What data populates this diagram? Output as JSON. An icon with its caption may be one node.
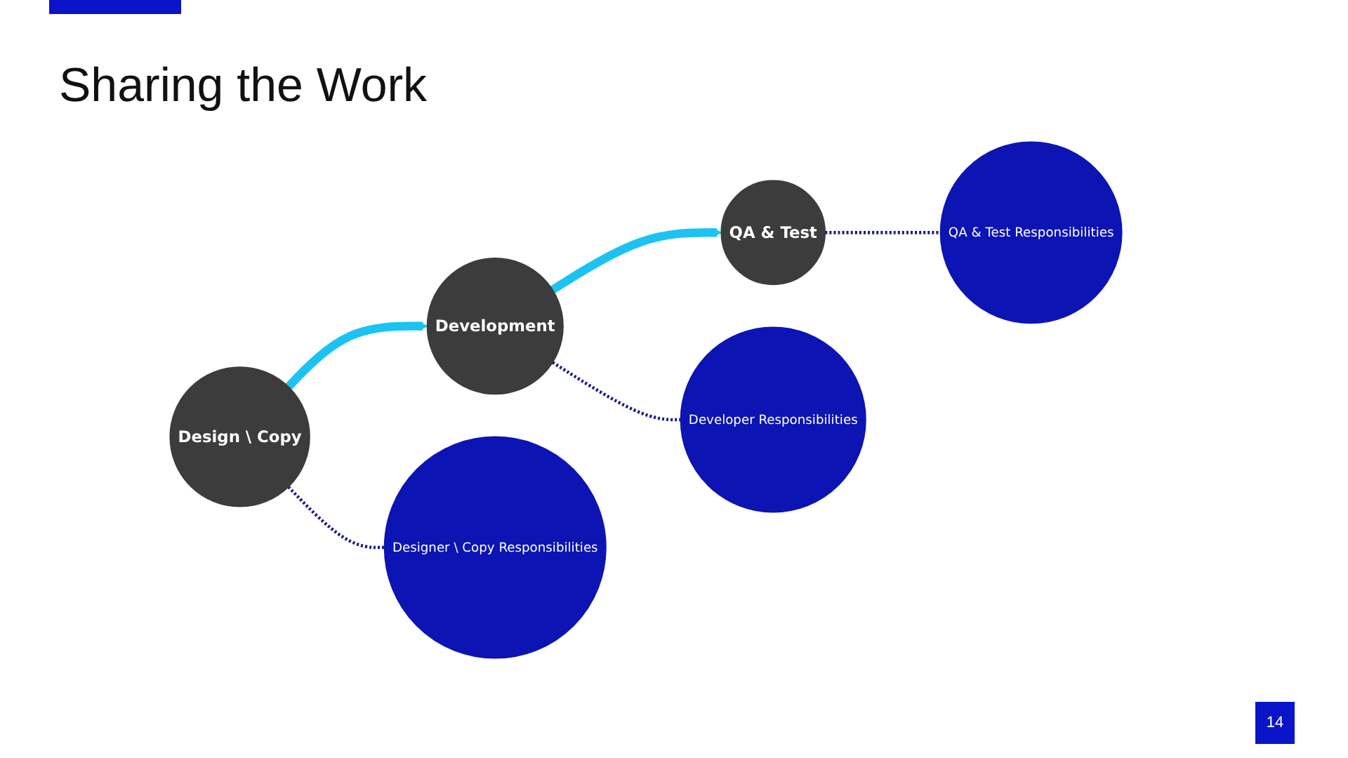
{
  "diagram": {
    "title": "Sharing the Work",
    "nodes": [
      {
        "text": [
          "Design \\ Copy"
        ]
      },
      {
        "text": [
          "Development"
        ]
      },
      {
        "text": [
          "QA & Test"
        ]
      },
      {
        "text": [
          "Designer \\ Copy Responsibilities"
        ]
      },
      {
        "text": [
          "Developer Responsibilities"
        ]
      },
      {
        "text": [
          "QA & Test Responsibilities"
        ]
      }
    ],
    "edges": [
      {
        "from": 0,
        "to": 1,
        "arrow": "to",
        "style": "thick",
        "color": "#1cc3f2"
      },
      {
        "from": 1,
        "to": 2,
        "arrow": "to",
        "style": "thick",
        "color": "#1cc3f2"
      },
      {
        "from": 0,
        "to": 3,
        "arrow": "none",
        "style": "dashed"
      },
      {
        "from": 1,
        "to": 4,
        "arrow": "none",
        "style": "dashed"
      },
      {
        "from": 2,
        "to": 5,
        "arrow": "none",
        "style": "dashed"
      }
    ],
    "labels": [
      "14"
    ]
  }
}
